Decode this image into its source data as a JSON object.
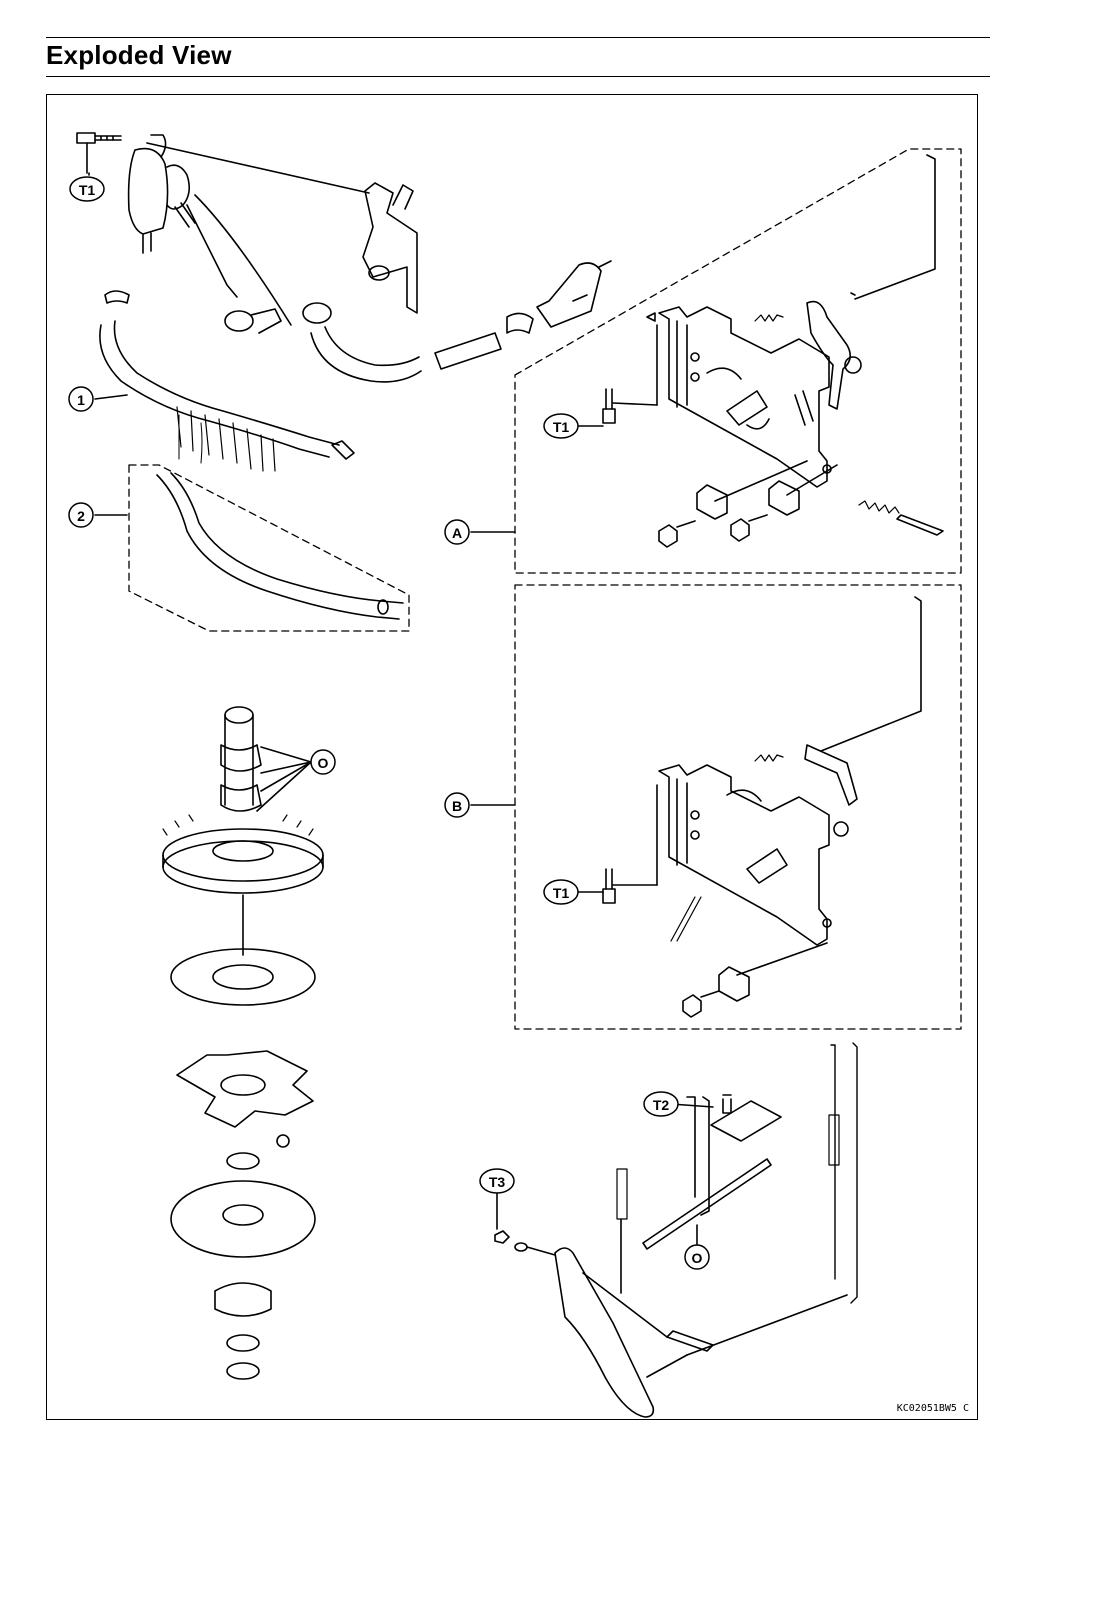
{
  "header": {
    "title": "Exploded View"
  },
  "figure": {
    "code": "KC02051BW5 C",
    "callouts": {
      "t1_top": "T1",
      "one": "1",
      "two": "2",
      "a": "A",
      "b": "B",
      "t1_a": "T1",
      "t1_b": "T1",
      "o_cam": "O",
      "t2": "T2",
      "t3": "T3",
      "o_shaft": "O"
    }
  }
}
